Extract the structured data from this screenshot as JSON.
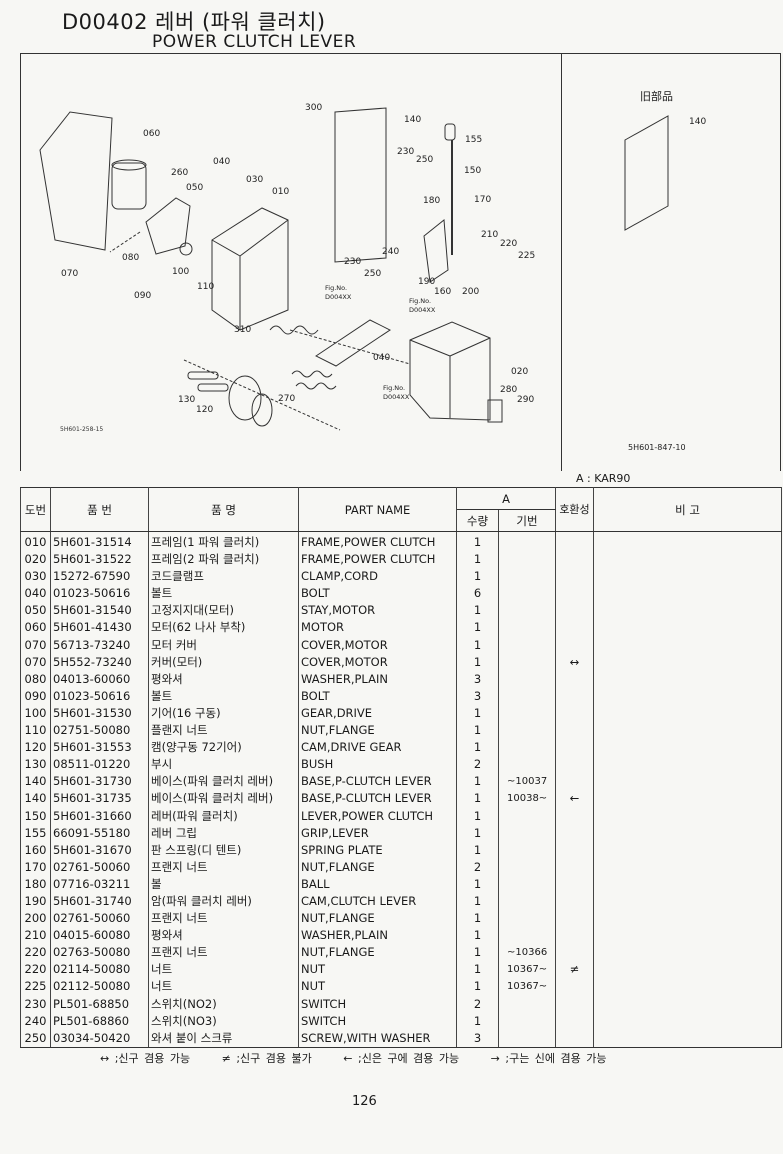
{
  "header": {
    "title": "D00402 레버 (파워 클러치)",
    "subtitle": "POWER CLUTCH LEVER"
  },
  "diagram": {
    "old_parts_label": "旧部品",
    "figure_code_left": "5H601-258-15",
    "figure_code_right": "5H601-847-10",
    "labels": [
      "300",
      "140",
      "155",
      "060",
      "040",
      "030",
      "010",
      "230",
      "250",
      "150",
      "260",
      "050",
      "180",
      "170",
      "210",
      "220",
      "225",
      "080",
      "100",
      "110",
      "090",
      "070",
      "240",
      "230",
      "250",
      "190",
      "160",
      "200",
      "Fig.No.",
      "D004XX",
      "Fig.No.",
      "D004XX",
      "310",
      "040",
      "020",
      "130",
      "120",
      "270",
      "280",
      "290",
      "Fig.No.",
      "D004XX",
      "140"
    ]
  },
  "variant_note": "A : KAR90",
  "table": {
    "headers": {
      "code": "도번",
      "part_no": "품 번",
      "name_kr": "품 명",
      "name_en": "PART NAME",
      "group_a": "A",
      "qty": "수량",
      "serial": "기번",
      "compat": "호환성",
      "remarks": "비 고"
    },
    "rows": [
      {
        "code": "010",
        "part_no": "5H601-31514",
        "name_kr": "프레임(1 파워 클러치)",
        "name_en": "FRAME,POWER CLUTCH",
        "qty": "1",
        "serial": "",
        "compat": ""
      },
      {
        "code": "020",
        "part_no": "5H601-31522",
        "name_kr": "프레임(2 파워 클러치)",
        "name_en": "FRAME,POWER CLUTCH",
        "qty": "1",
        "serial": "",
        "compat": ""
      },
      {
        "code": "030",
        "part_no": "15272-67590",
        "name_kr": "코드클램프",
        "name_en": "CLAMP,CORD",
        "qty": "1",
        "serial": "",
        "compat": ""
      },
      {
        "code": "040",
        "part_no": "01023-50616",
        "name_kr": "볼트",
        "name_en": "BOLT",
        "qty": "6",
        "serial": "",
        "compat": ""
      },
      {
        "code": "050",
        "part_no": "5H601-31540",
        "name_kr": "고정지지대(모터)",
        "name_en": "STAY,MOTOR",
        "qty": "1",
        "serial": "",
        "compat": ""
      },
      {
        "code": "060",
        "part_no": "5H601-41430",
        "name_kr": "모터(62 나사 부착)",
        "name_en": "MOTOR",
        "qty": "1",
        "serial": "",
        "compat": ""
      },
      {
        "code": "070",
        "part_no": "56713-73240",
        "name_kr": "모터 커버",
        "name_en": "COVER,MOTOR",
        "qty": "1",
        "serial": "",
        "compat": ""
      },
      {
        "code": "070",
        "part_no": "5H552-73240",
        "name_kr": "커버(모터)",
        "name_en": "COVER,MOTOR",
        "qty": "1",
        "serial": "",
        "compat": "↔"
      },
      {
        "code": "080",
        "part_no": "04013-60060",
        "name_kr": "평와셔",
        "name_en": "WASHER,PLAIN",
        "qty": "3",
        "serial": "",
        "compat": ""
      },
      {
        "code": "090",
        "part_no": "01023-50616",
        "name_kr": "볼트",
        "name_en": "BOLT",
        "qty": "3",
        "serial": "",
        "compat": ""
      },
      {
        "code": "100",
        "part_no": "5H601-31530",
        "name_kr": "기어(16 구동)",
        "name_en": "GEAR,DRIVE",
        "qty": "1",
        "serial": "",
        "compat": ""
      },
      {
        "code": "110",
        "part_no": "02751-50080",
        "name_kr": "플랜지 너트",
        "name_en": "NUT,FLANGE",
        "qty": "1",
        "serial": "",
        "compat": ""
      },
      {
        "code": "120",
        "part_no": "5H601-31553",
        "name_kr": "캠(양구동 72기어)",
        "name_en": "CAM,DRIVE GEAR",
        "qty": "1",
        "serial": "",
        "compat": ""
      },
      {
        "code": "130",
        "part_no": "08511-01220",
        "name_kr": "부시",
        "name_en": "BUSH",
        "qty": "2",
        "serial": "",
        "compat": ""
      },
      {
        "code": "140",
        "part_no": "5H601-31730",
        "name_kr": "베이스(파워 클러치 레버)",
        "name_en": "BASE,P-CLUTCH LEVER",
        "qty": "1",
        "serial": "~10037",
        "compat": ""
      },
      {
        "code": "140",
        "part_no": "5H601-31735",
        "name_kr": "베이스(파워 클러치 레버)",
        "name_en": "BASE,P-CLUTCH LEVER",
        "qty": "1",
        "serial": "10038~",
        "compat": "←"
      },
      {
        "code": "150",
        "part_no": "5H601-31660",
        "name_kr": "레버(파워 클러치)",
        "name_en": "LEVER,POWER CLUTCH",
        "qty": "1",
        "serial": "",
        "compat": ""
      },
      {
        "code": "155",
        "part_no": "66091-55180",
        "name_kr": "레버 그립",
        "name_en": "GRIP,LEVER",
        "qty": "1",
        "serial": "",
        "compat": ""
      },
      {
        "code": "160",
        "part_no": "5H601-31670",
        "name_kr": "판 스프링(디 텐트)",
        "name_en": "SPRING PLATE",
        "qty": "1",
        "serial": "",
        "compat": ""
      },
      {
        "code": "170",
        "part_no": "02761-50060",
        "name_kr": "프랜지 너트",
        "name_en": "NUT,FLANGE",
        "qty": "2",
        "serial": "",
        "compat": ""
      },
      {
        "code": "180",
        "part_no": "07716-03211",
        "name_kr": "볼",
        "name_en": "BALL",
        "qty": "1",
        "serial": "",
        "compat": ""
      },
      {
        "code": "190",
        "part_no": "5H601-31740",
        "name_kr": "암(파워 클러치 레버)",
        "name_en": "CAM,CLUTCH LEVER",
        "qty": "1",
        "serial": "",
        "compat": ""
      },
      {
        "code": "200",
        "part_no": "02761-50060",
        "name_kr": "프랜지 너트",
        "name_en": "NUT,FLANGE",
        "qty": "1",
        "serial": "",
        "compat": ""
      },
      {
        "code": "210",
        "part_no": "04015-60080",
        "name_kr": "평와셔",
        "name_en": "WASHER,PLAIN",
        "qty": "1",
        "serial": "",
        "compat": ""
      },
      {
        "code": "220",
        "part_no": "02763-50080",
        "name_kr": "프랜지 너트",
        "name_en": "NUT,FLANGE",
        "qty": "1",
        "serial": "~10366",
        "compat": ""
      },
      {
        "code": "220",
        "part_no": "02114-50080",
        "name_kr": "너트",
        "name_en": "NUT",
        "qty": "1",
        "serial": "10367~",
        "compat": "≠"
      },
      {
        "code": "225",
        "part_no": "02112-50080",
        "name_kr": "너트",
        "name_en": "NUT",
        "qty": "1",
        "serial": "10367~",
        "compat": ""
      },
      {
        "code": "230",
        "part_no": "PL501-68850",
        "name_kr": "스위치(NO2)",
        "name_en": "SWITCH",
        "qty": "2",
        "serial": "",
        "compat": ""
      },
      {
        "code": "240",
        "part_no": "PL501-68860",
        "name_kr": "스위치(NO3)",
        "name_en": "SWITCH",
        "qty": "1",
        "serial": "",
        "compat": ""
      },
      {
        "code": "250",
        "part_no": "03034-50420",
        "name_kr": "와셔 붙이 스크류",
        "name_en": "SCREW,WITH WASHER",
        "qty": "3",
        "serial": "",
        "compat": ""
      }
    ]
  },
  "legend": [
    "↔ ;신구 겸용 가능",
    "≠ ;신구 겸용 불가",
    "← ;신은 구에 겸용 가능",
    "→ ;구는 신에 겸용 가능"
  ],
  "page_number": "126"
}
